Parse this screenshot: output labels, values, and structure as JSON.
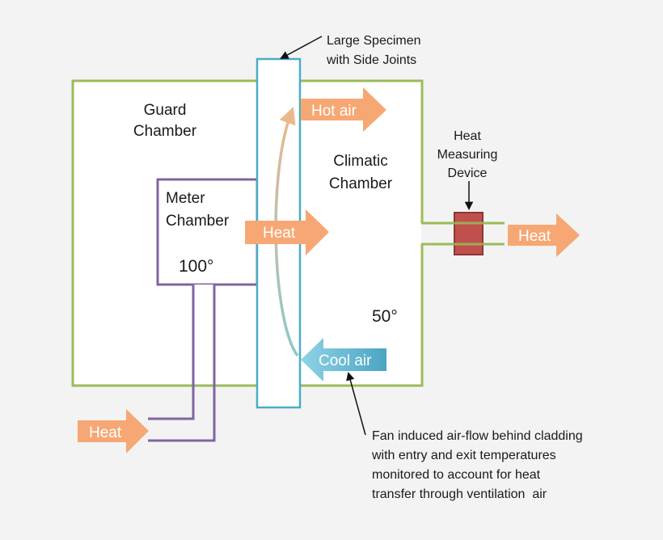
{
  "diagram": {
    "labels": {
      "specimen": [
        "Large Specimen",
        "with Side Joints"
      ],
      "guard": [
        "Guard",
        "Chamber"
      ],
      "climatic": [
        "Climatic",
        "Chamber"
      ],
      "meter": [
        "Meter",
        "Chamber"
      ],
      "meter_temp": "100°",
      "climatic_temp": "50°",
      "device": [
        "Heat",
        "Measuring",
        "Device"
      ],
      "fan_note": [
        "Fan induced air-flow behind cladding",
        "with entry and exit temperatures",
        "monitored to account for heat",
        "transfer through ventilation  air"
      ]
    },
    "arrows": {
      "hot_air": "Hot air",
      "heat_center": "Heat",
      "heat_right": "Heat",
      "heat_left": "Heat",
      "cool_air": "Cool air"
    },
    "colors": {
      "background": "#f3f3f3",
      "guard_border": "#9bbb59",
      "meter_border": "#8064a2",
      "specimen_border": "#4bacc6",
      "heat_arrow": "#f7a774",
      "cool_arrow": "#5ab4cf",
      "device_fill": "#c0504d",
      "device_stroke": "#8c3836",
      "text": "#1a1a1a"
    }
  }
}
